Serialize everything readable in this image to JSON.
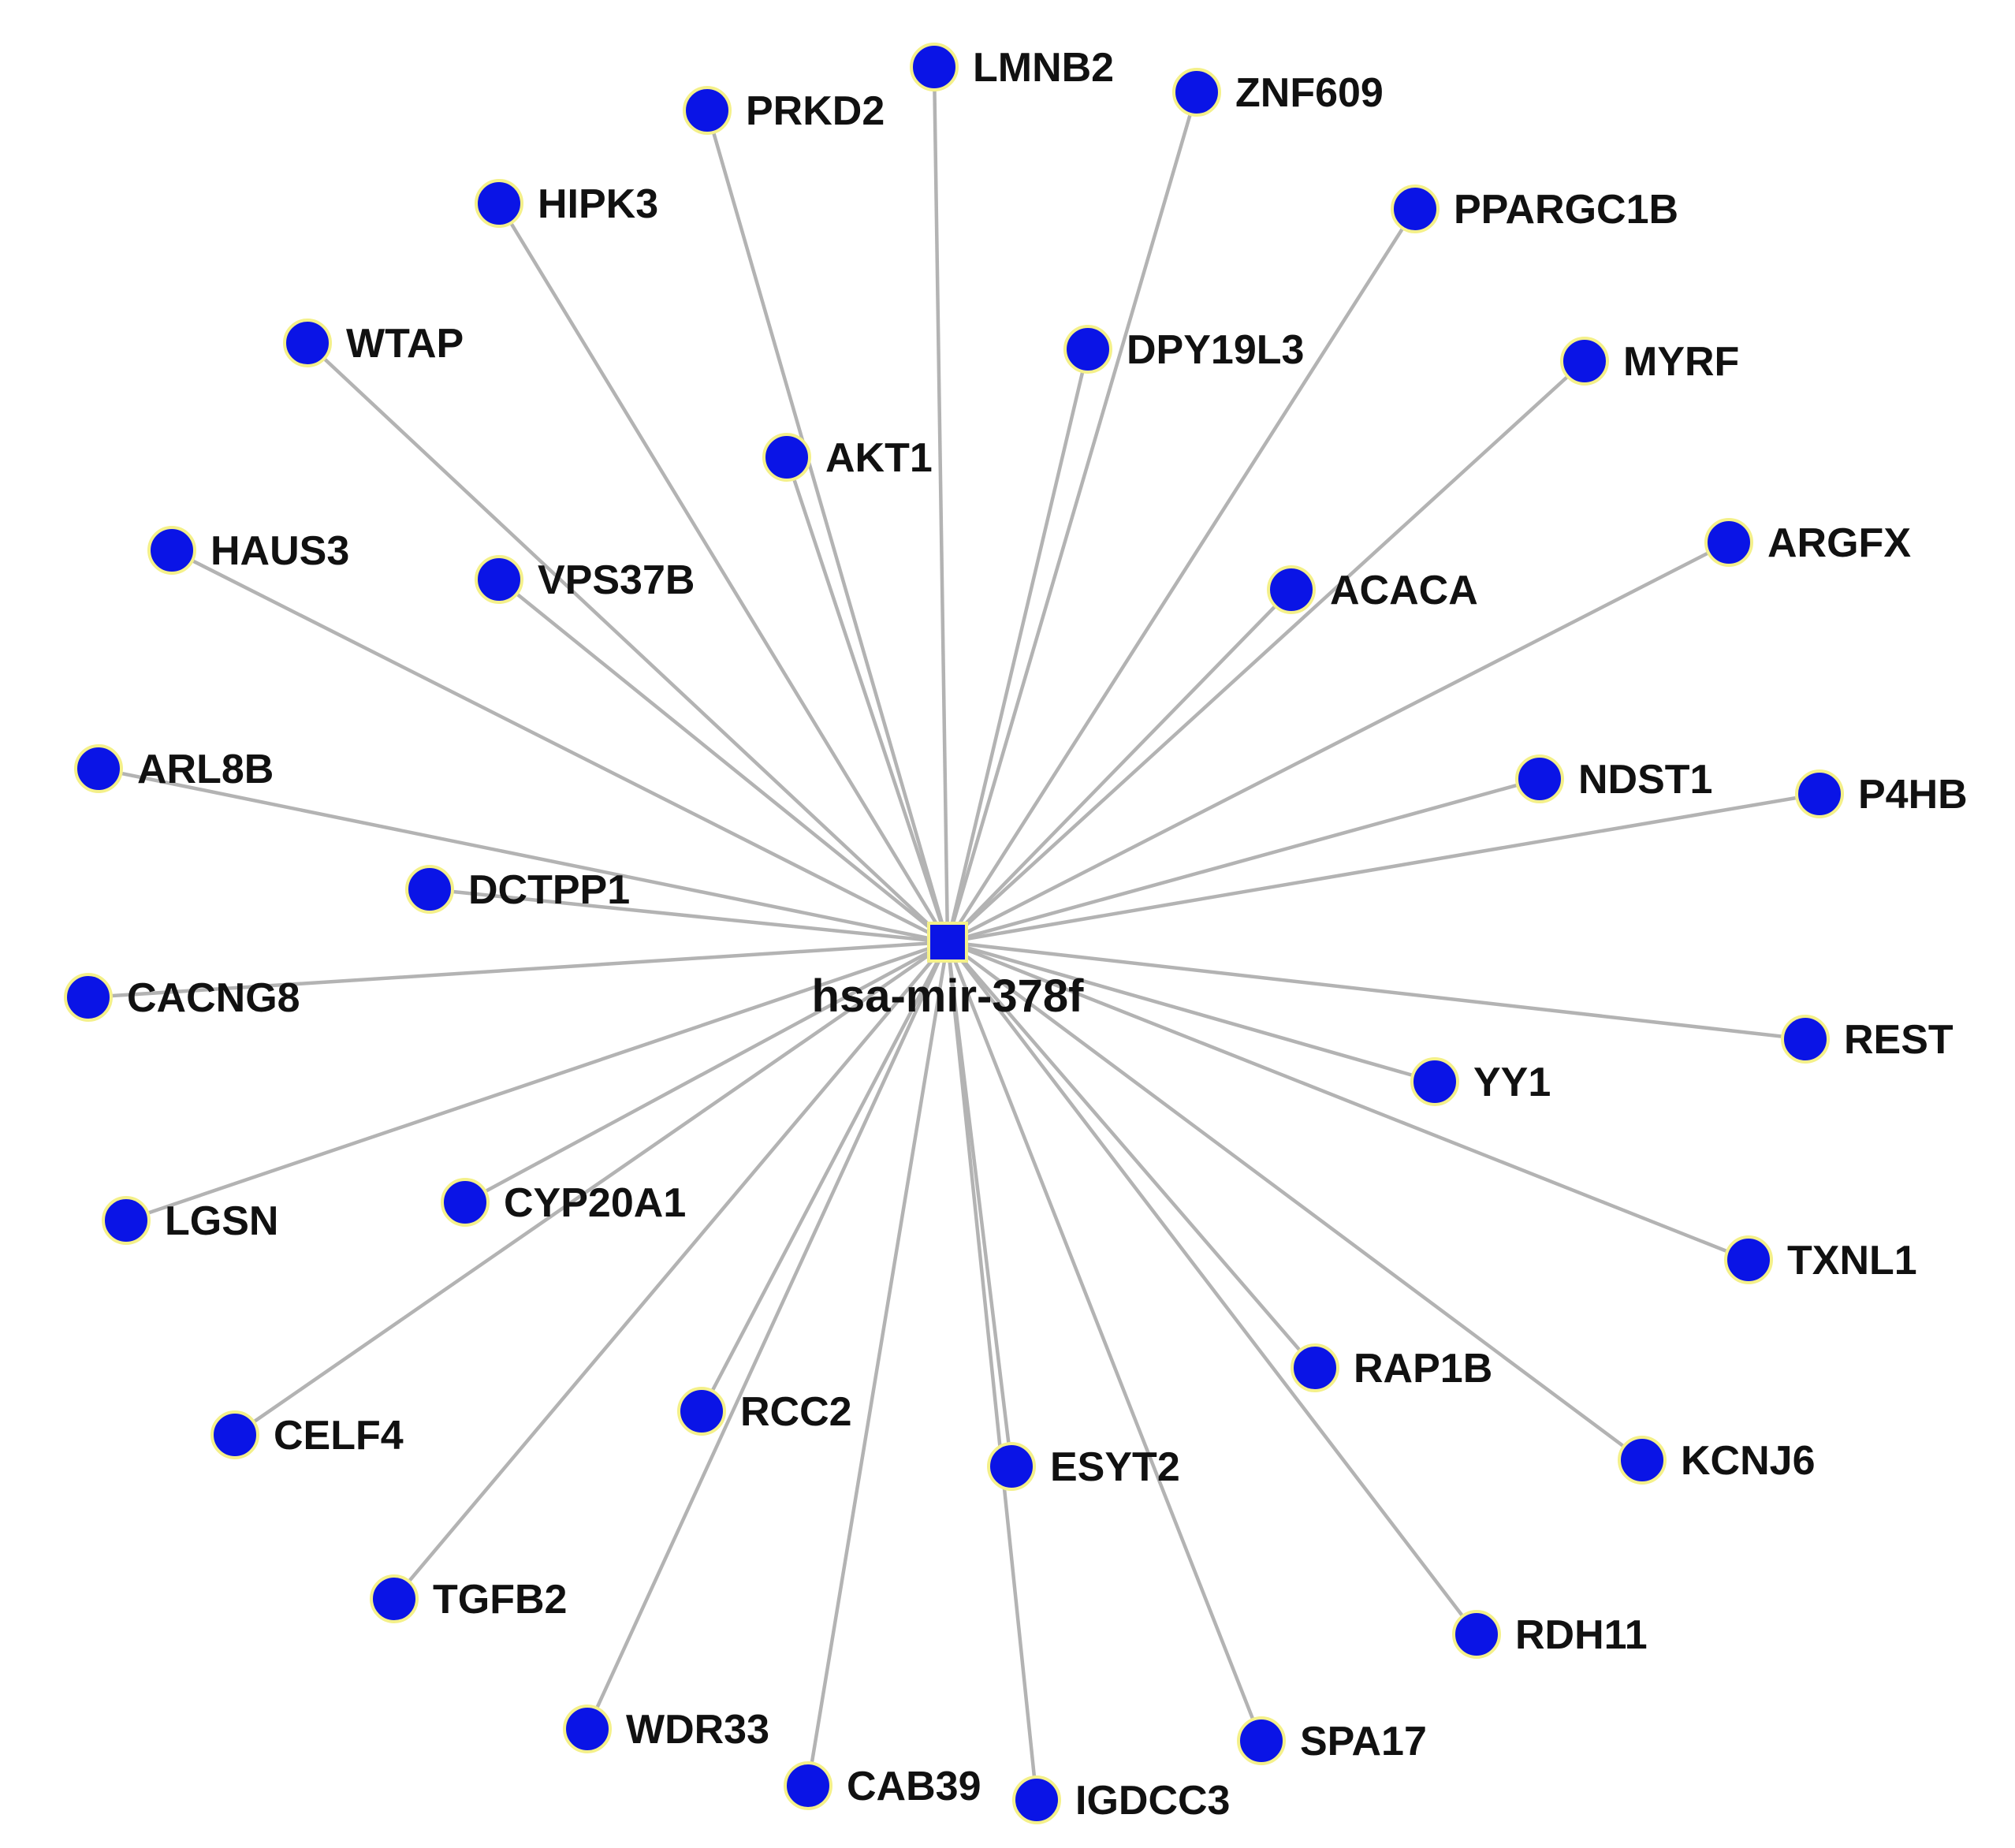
{
  "network": {
    "hub": {
      "id": "hsa-mir-378f"
    },
    "targets": [
      "LMNB2",
      "PRKD2",
      "ZNF609",
      "HIPK3",
      "PPARGC1B",
      "WTAP",
      "DPY19L3",
      "MYRF",
      "AKT1",
      "HAUS3",
      "VPS37B",
      "ACACA",
      "ARGFX",
      "ARL8B",
      "NDST1",
      "P4HB",
      "DCTPP1",
      "CACNG8",
      "REST",
      "YY1",
      "LGSN",
      "CYP20A1",
      "TXNL1",
      "RAP1B",
      "CELF4",
      "RCC2",
      "KCNJ6",
      "ESYT2",
      "TGFB2",
      "RDH11",
      "WDR33",
      "SPA17",
      "CAB39",
      "IGDCC3"
    ]
  },
  "colors": {
    "node_fill": "#0a14e6",
    "node_border": "#f4f08a",
    "edge": "#b3b3b3",
    "label": "#111111"
  }
}
